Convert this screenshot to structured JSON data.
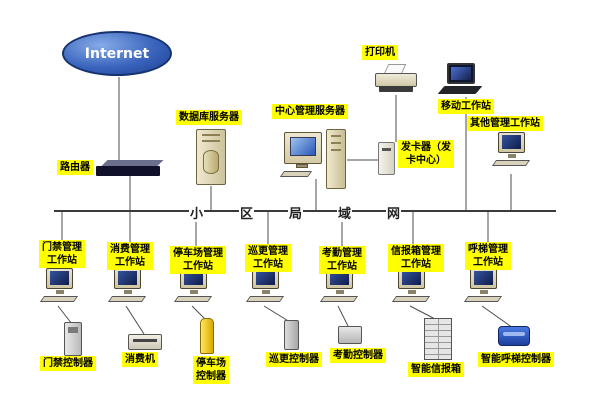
{
  "diagram": {
    "internet_label": "Internet",
    "router_label": "路由器",
    "db_server_label": "数据库服务器",
    "center_server_label": "中心管理服务器",
    "printer_label": "打印机",
    "card_issuer_label": "发卡器（发\n卡中心）",
    "mobile_ws_label": "移动工作站",
    "other_ws_label": "其他管理工作站",
    "backbone_chars": [
      "小",
      "区",
      "局",
      "域",
      "网"
    ],
    "workstations": [
      {
        "label": "门禁管理\n工作站",
        "device": "门禁控制器"
      },
      {
        "label": "消费管理\n工作站",
        "device": "消费机"
      },
      {
        "label": "停车场管理\n工作站",
        "device": "停车场\n控制器"
      },
      {
        "label": "巡更管理\n工作站",
        "device": "巡更控制器"
      },
      {
        "label": "考勤管理\n工作站",
        "device": "考勤控制器"
      },
      {
        "label": "信报箱管理\n工作站",
        "device": "智能信报箱"
      },
      {
        "label": "呼梯管理\n工作站",
        "device": "智能呼梯控制器"
      }
    ],
    "colors": {
      "label_bg": "#ffff00",
      "line": "#4d4d4d",
      "internet_fill": "#2a55b0"
    }
  }
}
